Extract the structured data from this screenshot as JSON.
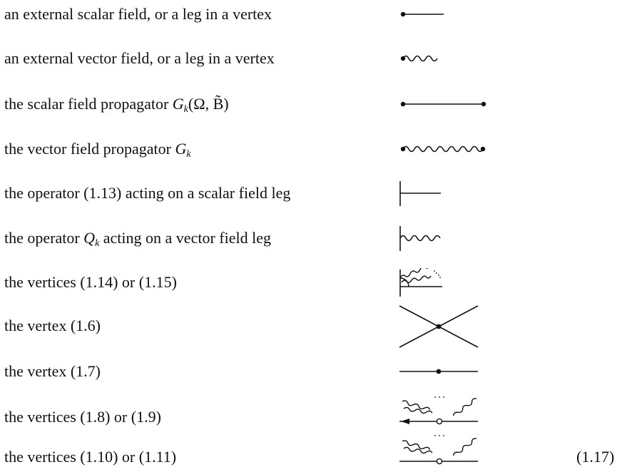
{
  "rows": [
    {
      "label": "an external scalar field, or a leg in a vertex",
      "glyph": "scalar-leg"
    },
    {
      "label": "an external vector field, or a leg in a vertex",
      "glyph": "vector-leg"
    },
    {
      "label_pre": "the scalar field propagator ",
      "label_math": "G",
      "label_sub": "k",
      "label_post": "(Ω, B̃)",
      "glyph": "scalar-propagator"
    },
    {
      "label_pre": "the vector field propagator ",
      "label_math": "G",
      "label_sub": "k",
      "label_post": "",
      "glyph": "vector-propagator"
    },
    {
      "label": "the operator (1.13) acting on a scalar field leg",
      "glyph": "operator-scalar"
    },
    {
      "label_pre": "the operator ",
      "label_math": "Q",
      "label_sub": "k",
      "label_post": " acting on a vector field leg",
      "glyph": "operator-vector"
    },
    {
      "label": "the vertices (1.14) or (1.15)",
      "glyph": "vertex-1-14"
    },
    {
      "label": "the vertex (1.6)",
      "glyph": "vertex-1-6"
    },
    {
      "label": "the vertex (1.7)",
      "glyph": "vertex-1-7"
    },
    {
      "label": "the vertices (1.8) or (1.9)",
      "glyph": "vertex-1-8"
    },
    {
      "label": "the vertices (1.10) or (1.11)",
      "glyph": "vertex-1-10"
    }
  ],
  "equation_number": "(1.17)"
}
